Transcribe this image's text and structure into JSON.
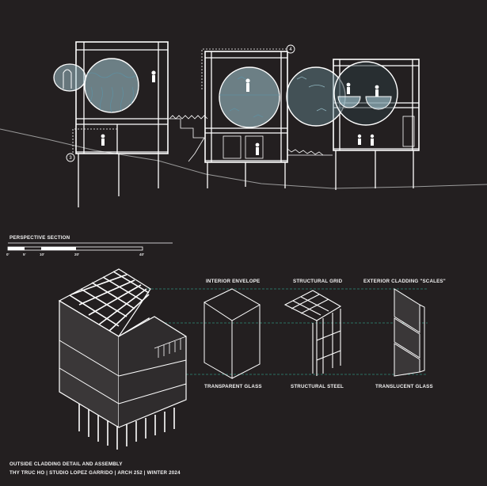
{
  "section_title": "PERSPECTIVE SECTION",
  "scale_ticks": [
    "0'",
    "5'",
    "10'",
    "20'",
    "40'"
  ],
  "callouts": [
    "3",
    "4"
  ],
  "component_labels": {
    "interior_envelope": "INTERIOR ENVELOPE",
    "structural_grid": "STRUCTURAL GRID",
    "exterior_cladding": "EXTERIOR CLADDING \"SCALES\"",
    "transparent_glass": "TRANSPARENT GLASS",
    "structural_steel": "STRUCTURAL STEEL",
    "translucent_glass": "TRANSLUCENT GLASS"
  },
  "footer": {
    "title": "OUTSIDE CLADDING DETAIL AND ASSEMBLY",
    "credit": "THY TRUC HO | STUDIO LOPEZ GARRIDO | ARCH 252 | WINTER 2024"
  },
  "colors": {
    "background": "#231f20",
    "line": "#ffffff",
    "water_fill": "#a9cdd8",
    "dash_line": "#2f8f7a"
  }
}
